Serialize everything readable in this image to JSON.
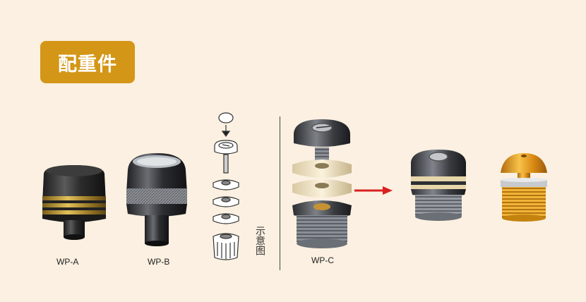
{
  "header": {
    "title": "配重件"
  },
  "products": [
    {
      "label": "WP-A"
    },
    {
      "label": "WP-B"
    },
    {
      "label": "WP-C"
    }
  ],
  "diagram": {
    "caption": "示意图"
  },
  "colors": {
    "badge": "#d49617",
    "background": "#fbf0e1",
    "arrow": "#d9201e",
    "brass": "#c9a23a",
    "gold": "#e8a623"
  }
}
